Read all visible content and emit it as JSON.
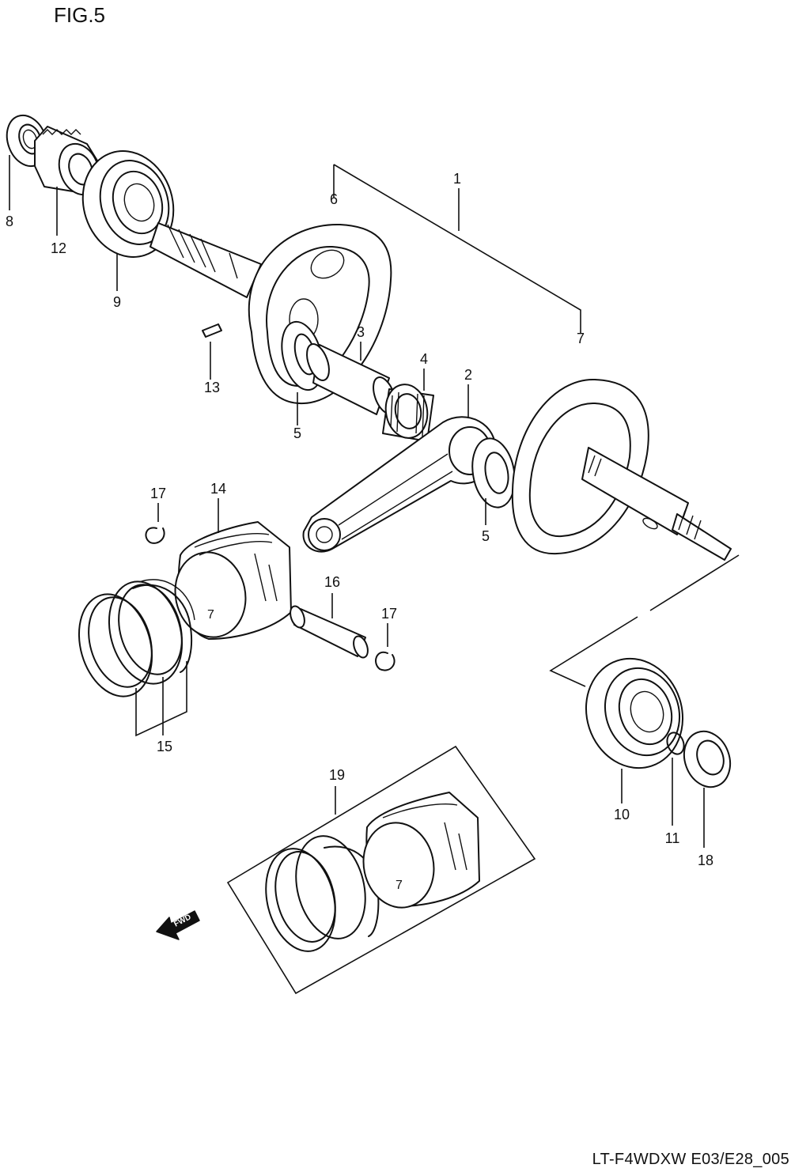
{
  "figure": {
    "title": "FIG.5",
    "code": "LT-F4WDXW E03/E28_005"
  },
  "callouts": [
    {
      "id": "c1",
      "label": "1"
    },
    {
      "id": "c2",
      "label": "2"
    },
    {
      "id": "c3",
      "label": "3"
    },
    {
      "id": "c4",
      "label": "4"
    },
    {
      "id": "c5a",
      "label": "5"
    },
    {
      "id": "c5b",
      "label": "5"
    },
    {
      "id": "c6",
      "label": "6"
    },
    {
      "id": "c7",
      "label": "7"
    },
    {
      "id": "c8",
      "label": "8"
    },
    {
      "id": "c9",
      "label": "9"
    },
    {
      "id": "c10",
      "label": "10"
    },
    {
      "id": "c11",
      "label": "11"
    },
    {
      "id": "c12",
      "label": "12"
    },
    {
      "id": "c13",
      "label": "13"
    },
    {
      "id": "c14",
      "label": "14"
    },
    {
      "id": "c15",
      "label": "15"
    },
    {
      "id": "c16",
      "label": "16"
    },
    {
      "id": "c17a",
      "label": "17"
    },
    {
      "id": "c17b",
      "label": "17"
    },
    {
      "id": "c18",
      "label": "18"
    },
    {
      "id": "c19",
      "label": "19"
    }
  ],
  "direction_marker": {
    "label": "FWD",
    "icon": "forward-arrow-icon"
  }
}
